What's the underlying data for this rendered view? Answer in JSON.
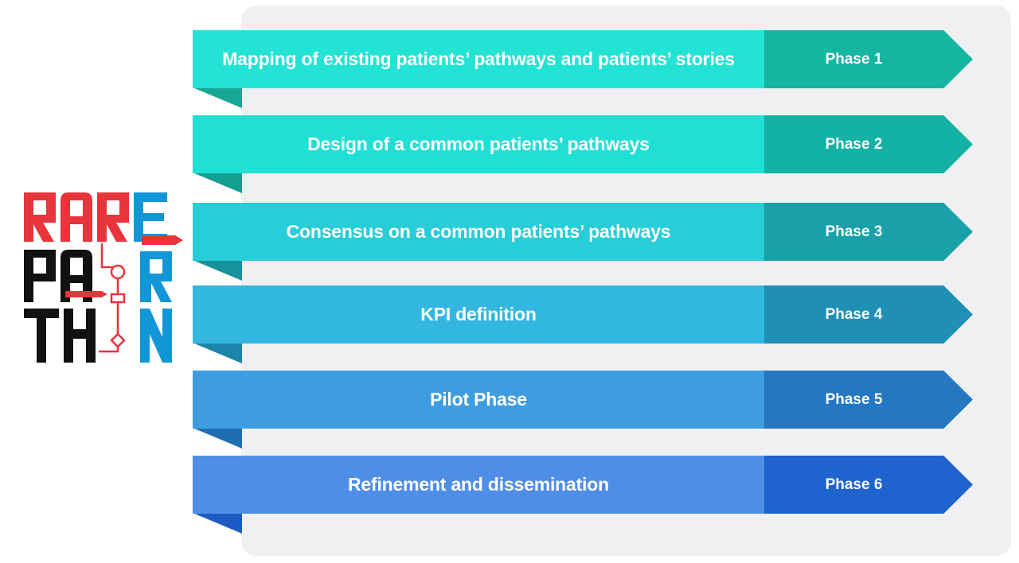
{
  "phases": [
    {
      "label": "Mapping of existing patients’ pathways and patients’ stories",
      "tag": "Phase 1",
      "band": "#22e3d4",
      "tagColor": "#15b5a2",
      "fold": "#16a895"
    },
    {
      "label": "Design of a common patients’ pathways",
      "tag": "Phase 2",
      "band": "#20e0d6",
      "tagColor": "#14b2a4",
      "fold": "#139f91"
    },
    {
      "label": "Consensus on a common patients’ pathways",
      "tag": "Phase 3",
      "band": "#27ced7",
      "tagColor": "#1aa0a9",
      "fold": "#17919b"
    },
    {
      "label": "KPI definition",
      "tag": "Phase 4",
      "band": "#32b7e0",
      "tagColor": "#1f8fb5",
      "fold": "#1c84a8"
    },
    {
      "label": "Pilot Phase",
      "tag": "Phase 5",
      "band": "#3e9de0",
      "tagColor": "#2477c0",
      "fold": "#206eb2"
    },
    {
      "label": "Refinement and dissemination",
      "tag": "Phase 6",
      "band": "#4f8ee6",
      "tagColor": "#1f63cf",
      "fold": "#1c5bc2"
    }
  ],
  "logo": {
    "text": "RARE PATH ERN",
    "colors": {
      "red": "#e8343b",
      "blue": "#1296d6",
      "black": "#111111"
    }
  }
}
